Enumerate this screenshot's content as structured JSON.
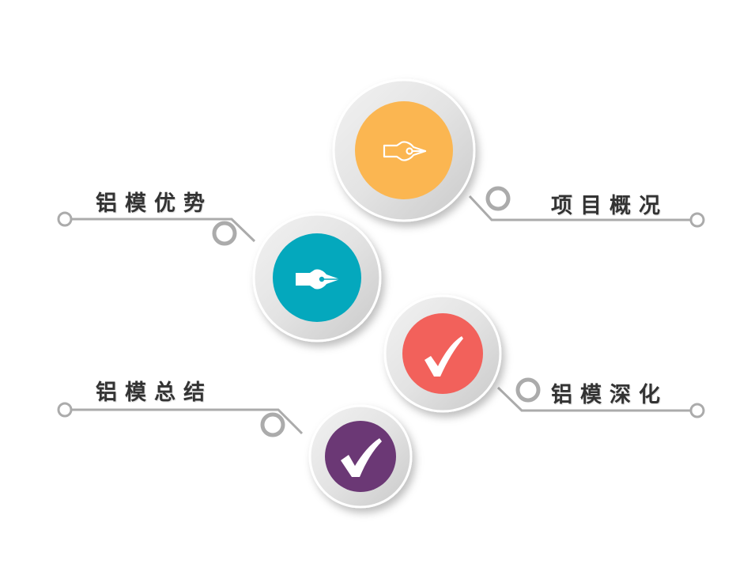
{
  "items": [
    {
      "id": "overview",
      "label": "项目概况",
      "color": "#FBB651",
      "icon": "pen-nib-outline-icon"
    },
    {
      "id": "advantage",
      "label": "铝模优势",
      "color": "#04A8BD",
      "icon": "pen-nib-solid-icon"
    },
    {
      "id": "deepen",
      "label": "铝模深化",
      "color": "#F2615B",
      "icon": "checkmark-icon"
    },
    {
      "id": "summary",
      "label": "铝模总结",
      "color": "#6B3875",
      "icon": "checkmark-icon"
    }
  ],
  "connector_color": "#ABABAB"
}
